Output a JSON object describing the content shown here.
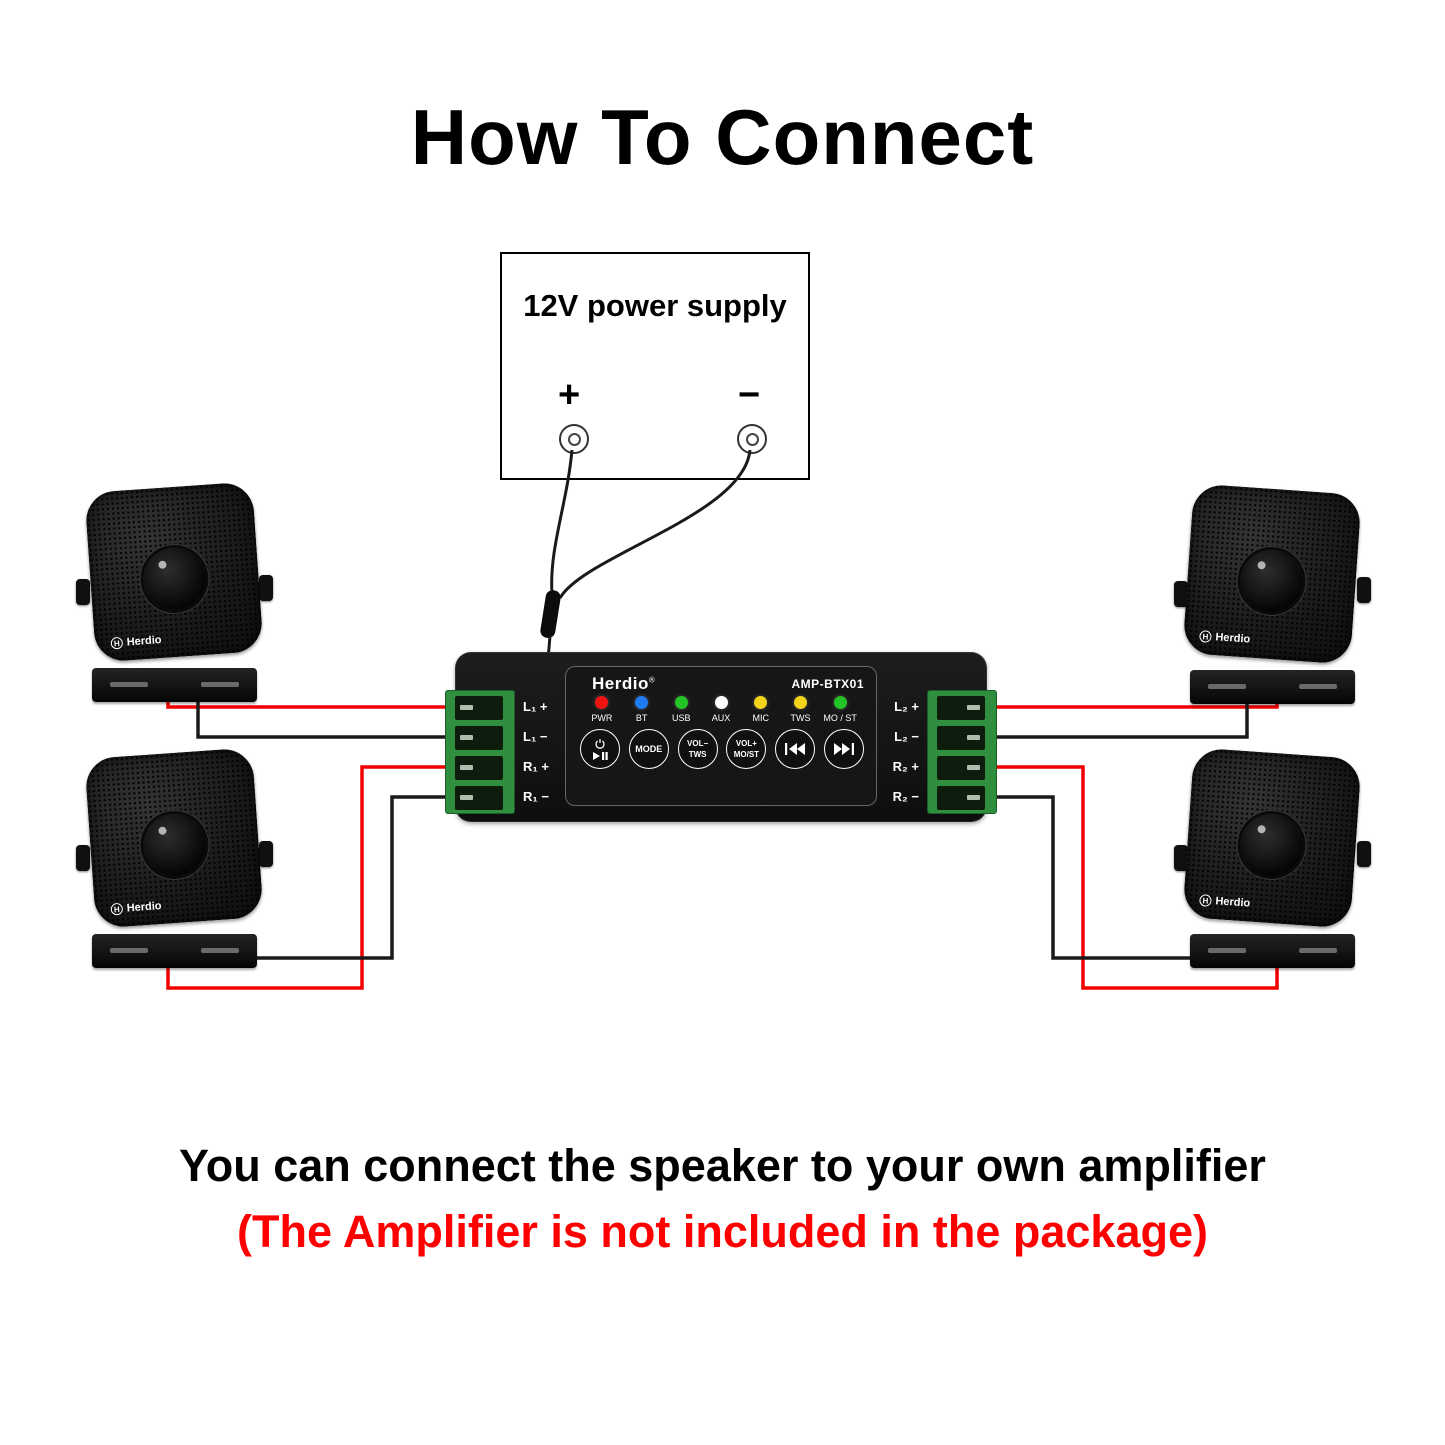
{
  "title": "How To Connect",
  "power_supply": {
    "label": "12V power supply",
    "plus": "+",
    "minus": "−"
  },
  "amplifier": {
    "brand": "Herdio",
    "reg": "®",
    "model": "AMP-BTX01",
    "leds": [
      {
        "label": "PWR",
        "color": "#f01111"
      },
      {
        "label": "BT",
        "color": "#1f7bf2"
      },
      {
        "label": "USB",
        "color": "#23c426"
      },
      {
        "label": "AUX",
        "color": "#ffffff"
      },
      {
        "label": "MIC",
        "color": "#f2d41b"
      },
      {
        "label": "TWS",
        "color": "#f2d41b"
      },
      {
        "label": "MO / ST",
        "color": "#23c426"
      }
    ],
    "buttons": {
      "mode": "MODE",
      "vol_down_line1": "VOL−",
      "vol_down_line2": "TWS",
      "vol_up_line1": "VOL+",
      "vol_up_line2": "MO/ST"
    },
    "terminals_left": [
      "L₁ +",
      "L₁ −",
      "R₁ +",
      "R₁ −"
    ],
    "terminals_right": [
      "L₂ +",
      "L₂ −",
      "R₂ +",
      "R₂ −"
    ]
  },
  "speakers": {
    "brand": "Herdio",
    "logo_initial": "H"
  },
  "footer": {
    "line1": "You can connect the speaker to your own amplifier",
    "line2": "(The Amplifier is not included in the package)",
    "line2_color": "#ff0000"
  },
  "colors": {
    "wire_red": "#f20000",
    "wire_black": "#1a1a1a",
    "terminal_green": "#2f8f3e"
  }
}
